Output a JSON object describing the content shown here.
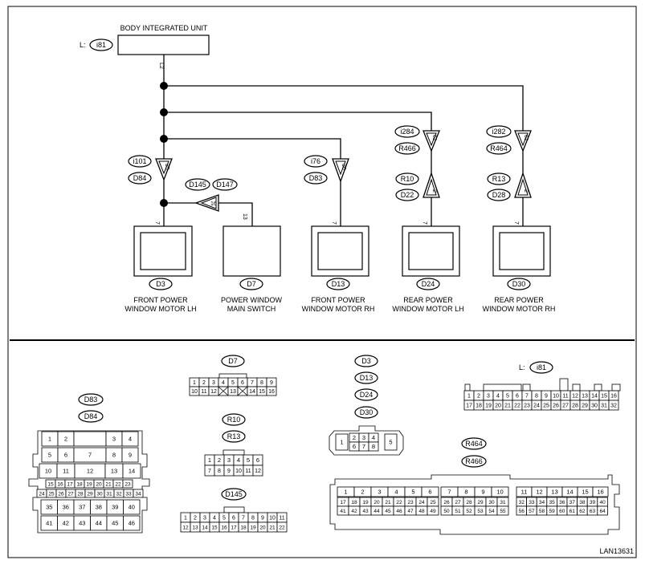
{
  "unit": {
    "title": "BODY INTEGRATED UNIT",
    "prefix": "L:",
    "connector": "i81",
    "pin": "L2"
  },
  "junctions": [
    {
      "top": "i101",
      "bottom": "D84",
      "pin": "35"
    },
    {
      "top": "i76",
      "bottom": "D83",
      "pin": "36"
    },
    {
      "top": "i284",
      "bottom": "R466",
      "pin": "61"
    },
    {
      "top": "i282",
      "bottom": "R464",
      "pin": "61"
    },
    {
      "top": "R10",
      "bottom": "D22",
      "pin": "2"
    },
    {
      "top": "R13",
      "bottom": "D28",
      "pin": "2"
    }
  ],
  "switch_connector": {
    "left": "D145",
    "right": "D147",
    "pin": "16"
  },
  "components": [
    {
      "id": "D3",
      "line1": "FRONT POWER",
      "line2": "WINDOW MOTOR LH",
      "pin": "7"
    },
    {
      "id": "D7",
      "line1": "POWER WINDOW",
      "line2": "MAIN SWITCH",
      "pin": "13"
    },
    {
      "id": "D13",
      "line1": "FRONT POWER",
      "line2": "WINDOW MOTOR RH",
      "pin": "7"
    },
    {
      "id": "D24",
      "line1": "REAR POWER",
      "line2": "WINDOW MOTOR LH",
      "pin": "7"
    },
    {
      "id": "D30",
      "line1": "REAR POWER",
      "line2": "WINDOW MOTOR RH",
      "pin": "7"
    }
  ],
  "connectors": {
    "d83_d84": {
      "labels": [
        "D83",
        "D84"
      ],
      "rows": [
        [
          "1",
          "2",
          "",
          "3",
          "4"
        ],
        [
          "5",
          "6",
          "7",
          "8",
          "9"
        ],
        [
          "10",
          "11",
          "12",
          "13",
          "14"
        ],
        [
          "15",
          "16",
          "17",
          "18",
          "19",
          "20",
          "21",
          "22",
          "23"
        ],
        [
          "24",
          "25",
          "26",
          "27",
          "28",
          "29",
          "30",
          "31",
          "32",
          "33",
          "34"
        ],
        [
          "35",
          "36",
          "37",
          "38",
          "39",
          "40"
        ],
        [
          "41",
          "42",
          "43",
          "44",
          "45",
          "46"
        ]
      ]
    },
    "d7": {
      "label": "D7",
      "rows": [
        [
          "1",
          "2",
          "3",
          "4",
          "5",
          "6",
          "7",
          "8",
          "9"
        ],
        [
          "10",
          "11",
          "12",
          "",
          "13",
          "",
          "14",
          "15",
          "16"
        ]
      ]
    },
    "r10_r13": {
      "labels": [
        "R10",
        "R13"
      ],
      "rows": [
        [
          "1",
          "2",
          "3",
          "4",
          "5",
          "6"
        ],
        [
          "7",
          "8",
          "9",
          "10",
          "11",
          "12"
        ]
      ]
    },
    "d145": {
      "label": "D145",
      "rows": [
        [
          "1",
          "2",
          "3",
          "4",
          "5",
          "6",
          "7",
          "8",
          "9",
          "10",
          "11"
        ],
        [
          "12",
          "13",
          "14",
          "15",
          "16",
          "17",
          "18",
          "19",
          "20",
          "21",
          "22"
        ]
      ]
    },
    "motor": {
      "labels": [
        "D3",
        "D13",
        "D24",
        "D30"
      ],
      "rows": [
        [
          "1",
          "2",
          "3",
          "4",
          "5"
        ],
        [
          "6",
          "7",
          "8"
        ]
      ]
    },
    "i81": {
      "prefix": "L:",
      "label": "i81",
      "rows": [
        [
          "1",
          "2",
          "3",
          "4",
          "5",
          "6",
          "7",
          "8",
          "9",
          "10",
          "11",
          "12",
          "13",
          "14",
          "15",
          "16"
        ],
        [
          "17",
          "18",
          "19",
          "20",
          "21",
          "22",
          "23",
          "24",
          "25",
          "26",
          "27",
          "28",
          "29",
          "30",
          "31",
          "32"
        ]
      ]
    },
    "r464_r466": {
      "labels": [
        "R464",
        "R466"
      ],
      "blocks": [
        {
          "top": [
            "1",
            "2",
            "3",
            "4",
            "5",
            "6"
          ],
          "rows": [
            [
              "17",
              "18",
              "19",
              "20",
              "21",
              "22",
              "23",
              "24",
              "25"
            ],
            [
              "41",
              "42",
              "43",
              "44",
              "45",
              "46",
              "47",
              "48",
              "49"
            ]
          ]
        },
        {
          "top": [
            "7",
            "8",
            "9",
            "10"
          ],
          "rows": [
            [
              "26",
              "27",
              "28",
              "29",
              "30",
              "31"
            ],
            [
              "50",
              "51",
              "52",
              "53",
              "54",
              "55"
            ]
          ]
        },
        {
          "top": [
            "11",
            "12",
            "13",
            "14",
            "15",
            "16"
          ],
          "rows": [
            [
              "32",
              "33",
              "34",
              "35",
              "36",
              "37",
              "38",
              "39",
              "40"
            ],
            [
              "56",
              "57",
              "58",
              "59",
              "60",
              "61",
              "62",
              "63",
              "64"
            ]
          ]
        }
      ]
    }
  },
  "figure_id": "LAN13631"
}
